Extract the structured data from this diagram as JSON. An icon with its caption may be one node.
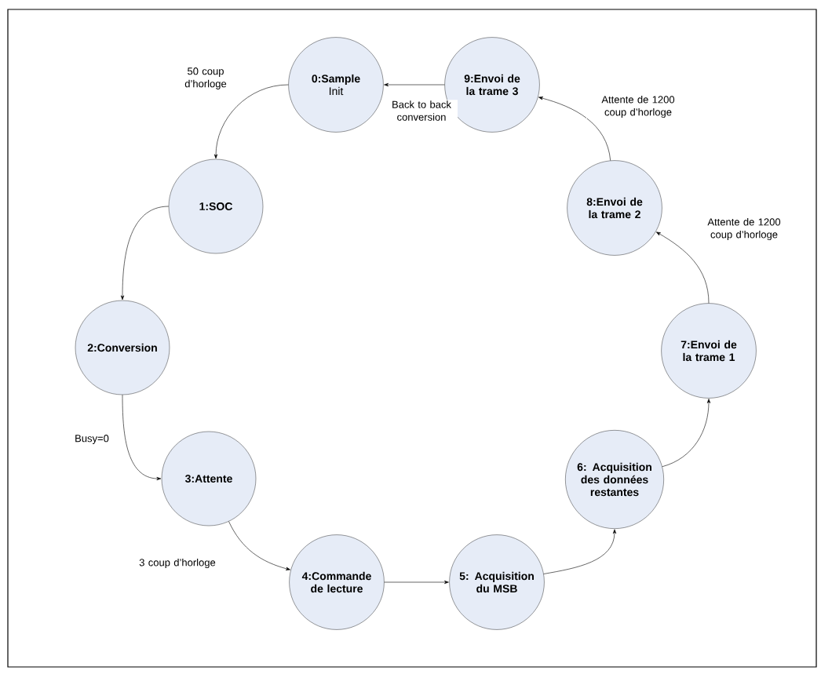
{
  "diagram": {
    "nodes": [
      {
        "text": [
          "0:Sample",
          "Init"
        ]
      },
      {
        "text": [
          "1:SOC"
        ]
      },
      {
        "text": [
          "2:Conversion"
        ]
      },
      {
        "text": [
          "3:Attente"
        ]
      },
      {
        "text": [
          "4:Commande de lecture"
        ]
      },
      {
        "text": [
          "5: Acquisition du MSB"
        ]
      },
      {
        "text": [
          "6: Acquisition des données restantes"
        ]
      },
      {
        "text": [
          "7:Envoi de la trame 1"
        ]
      },
      {
        "text": [
          "8:Envoi de la trame 2"
        ]
      },
      {
        "text": [
          "9:Envoi de la trame 3"
        ]
      }
    ],
    "edges": [
      {
        "from": 0,
        "to": 1,
        "arrow": "to",
        "label": "50 coup d’horloge"
      },
      {
        "from": 1,
        "to": 2,
        "arrow": "to"
      },
      {
        "from": 2,
        "to": 3,
        "arrow": "to",
        "label": "Busy=0"
      },
      {
        "from": 3,
        "to": 4,
        "arrow": "to",
        "label": "3 coup d’horloge"
      },
      {
        "from": 4,
        "to": 5,
        "arrow": "to"
      },
      {
        "from": 5,
        "to": 6,
        "arrow": "to"
      },
      {
        "from": 6,
        "to": 7,
        "arrow": "to"
      },
      {
        "from": 7,
        "to": 8,
        "arrow": "to",
        "label": "Attente de 1200 coup d’horloge"
      },
      {
        "from": 8,
        "to": 9,
        "arrow": "to",
        "label": "Attente de 1200 coup d’horloge"
      },
      {
        "from": 9,
        "to": 0,
        "arrow": "to",
        "label": "Back to back conversion"
      }
    ]
  }
}
